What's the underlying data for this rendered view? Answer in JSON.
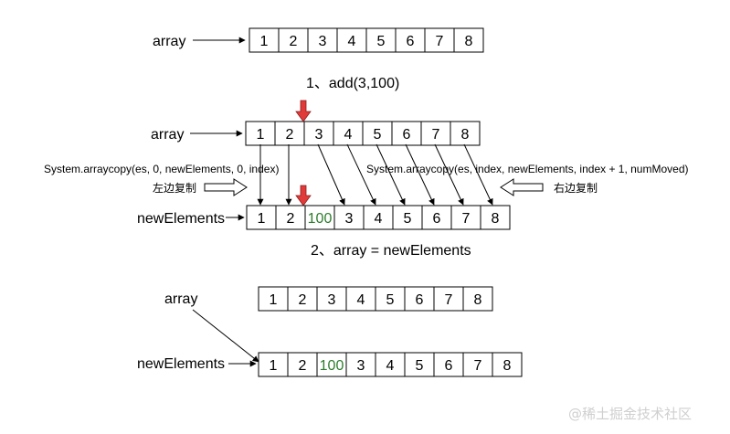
{
  "labels": {
    "array": "array",
    "new_elements": "newElements"
  },
  "steps": {
    "step1": "1、add(3,100)",
    "step2": "2、array = newElements"
  },
  "notes": {
    "left_copy_call": "System.arraycopy(es, 0, newElements, 0, index)",
    "left_copy_label": "左边复制",
    "right_copy_call": "System.arraycopy(es, index, newElements, index + 1, numMoved)",
    "right_copy_label": "右边复制"
  },
  "arrays": {
    "original": [
      "1",
      "2",
      "3",
      "4",
      "5",
      "6",
      "7",
      "8"
    ],
    "step1_array": [
      "1",
      "2",
      "3",
      "4",
      "5",
      "6",
      "7",
      "8"
    ],
    "step1_new": [
      "1",
      "2",
      "100",
      "3",
      "4",
      "5",
      "6",
      "7",
      "8"
    ],
    "step2_array": [
      "1",
      "2",
      "3",
      "4",
      "5",
      "6",
      "7",
      "8"
    ],
    "step2_new": [
      "1",
      "2",
      "100",
      "3",
      "4",
      "5",
      "6",
      "7",
      "8"
    ]
  },
  "watermark": "@稀土掘金技术社区",
  "colors": {
    "marker": "#e03a3a",
    "inserted_text": "#2d7d2d"
  }
}
